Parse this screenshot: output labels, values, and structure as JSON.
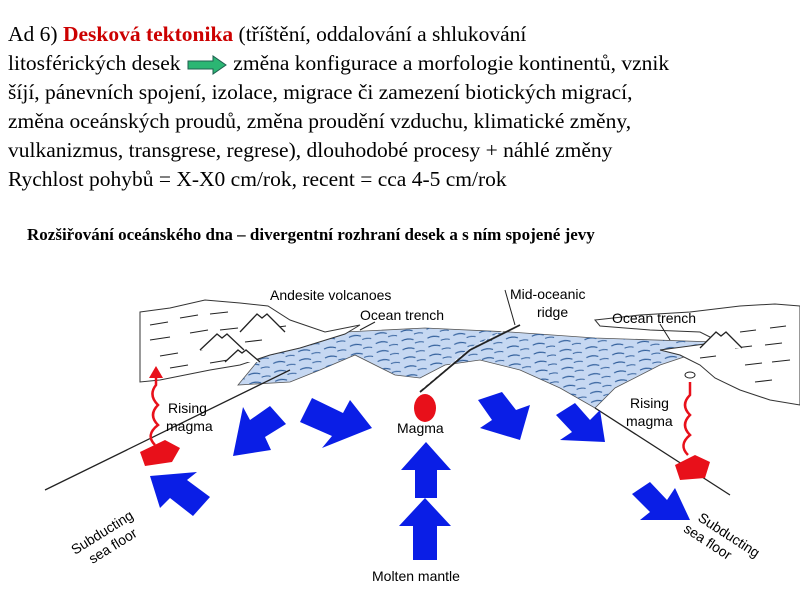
{
  "slide": {
    "prefix": "Ad 6) ",
    "highlight": "Desková tektonika",
    "line1_rest": " (tříštění, oddalování a shlukování",
    "line2_before_arrow": "litosférických desek ",
    "line2_after_arrow": " změna konfigurace a morfologie kontinentů, vznik",
    "line3": "šíjí, pánevních spojení, izolace, migrace či zamezení biotických migrací,",
    "line4": "změna oceánských proudů, změna proudění vzduchu, klimatické změny,",
    "line5": "vulkanizmus, transgrese, regrese), dlouhodobé procesy + náhlé změny",
    "line6": "Rychlost pohybů = X-X0 cm/rok, recent = cca 4-5 cm/rok",
    "subtitle": "Rozšiřování oceánského dna – divergentní rozhraní desek a s ním spojené jevy"
  },
  "diagram": {
    "labels": {
      "andesite": "Andesite volcanoes",
      "trench_left": "Ocean trench",
      "ridge_1": "Mid-oceanic",
      "ridge_2": "ridge",
      "trench_right": "Ocean trench",
      "rising_left_1": "Rising",
      "rising_left_2": "magma",
      "magma": "Magma",
      "rising_right_1": "Rising",
      "rising_right_2": "magma",
      "sub_left_1": "Subducting",
      "sub_left_2": "sea floor",
      "sub_right_1": "Subducting",
      "sub_right_2": "sea floor",
      "mantle": "Molten mantle"
    },
    "colors": {
      "ocean": "#c6d8f2",
      "ocean_lines": "#2f5d9a",
      "arrows": "#0a1ee6",
      "magma": "#e8101a",
      "inline_arrow": "#2bb673"
    }
  }
}
